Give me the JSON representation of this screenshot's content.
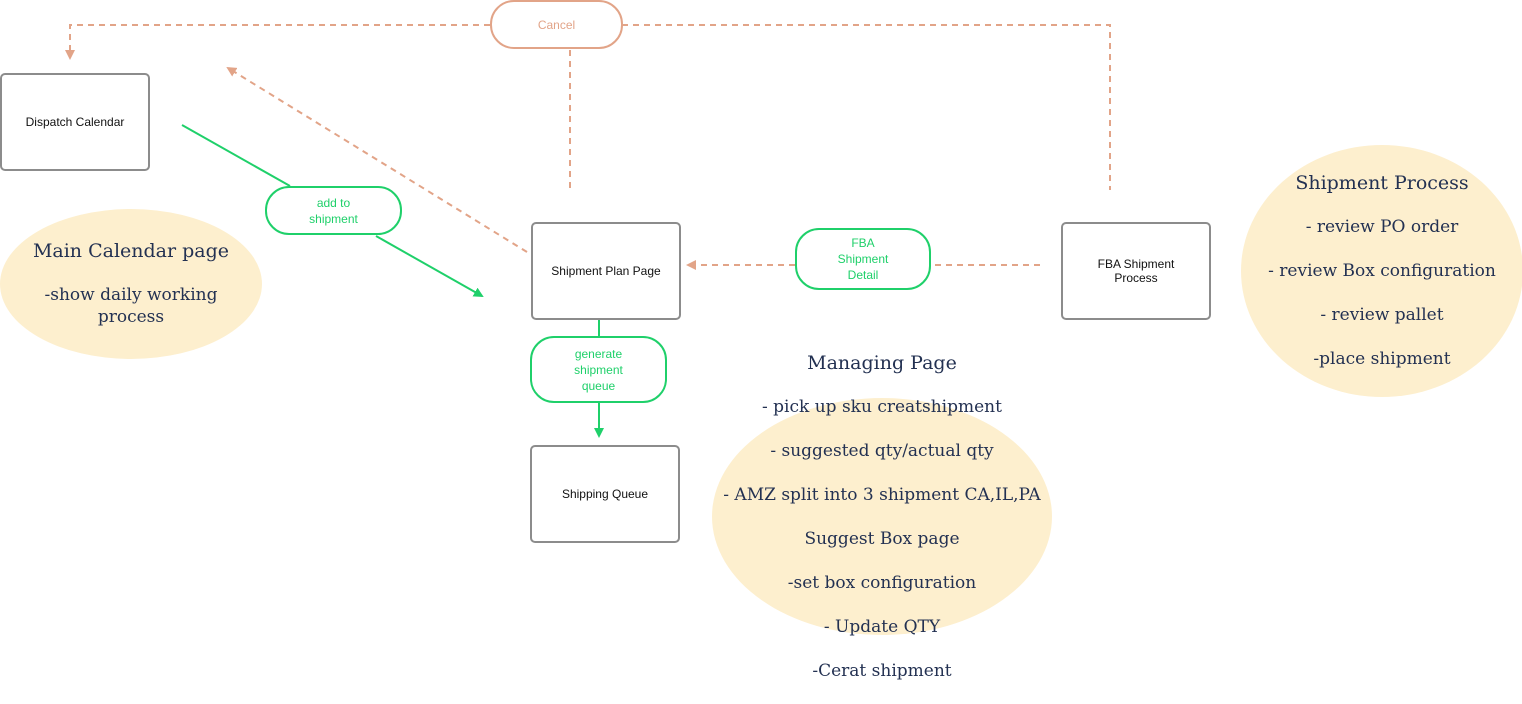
{
  "colors": {
    "flow_green": "#1fd06a",
    "cancel_orange": "#e2a488",
    "box_border": "#8c8c8c",
    "note_fill": "#fdefce",
    "note_text": "#233152"
  },
  "pages": {
    "dispatch_calendar": "Dispatch Calendar",
    "shipment_plan": "Shipment Plan Page",
    "fba_shipment_process": "FBA Shipment Process",
    "shipping_queue": "Shipping Queue"
  },
  "actions": {
    "cancel": "Cancel",
    "add_to_shipment": "add to shipment",
    "fba_shipment_detail": "FBA Shipment Detail",
    "generate_shipment_queue": "generate shipment queue"
  },
  "notes": {
    "main_calendar": {
      "title": "Main Calendar page",
      "lines": [
        "-show daily working process"
      ]
    },
    "shipment_process": {
      "title": "Shipment Process",
      "lines": [
        "- review PO order",
        "- review Box configuration",
        "- review pallet",
        "-place shipment"
      ]
    },
    "managing_page": {
      "title": "Managing Page",
      "lines": [
        "- pick up sku creatshipment",
        "- suggested qty/actual qty",
        "- AMZ split into 3 shipment CA,IL,PA",
        "Suggest Box page",
        "-set box configuration",
        "- Update QTY",
        "-Cerat shipment"
      ]
    }
  }
}
